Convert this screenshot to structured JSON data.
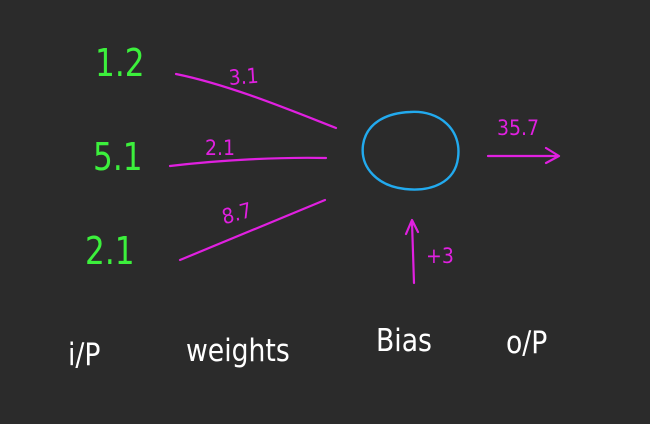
{
  "colors": {
    "background": "#2b2b2b",
    "input": "#3cf03c",
    "weight": "#e020e0",
    "neuron": "#22aaee",
    "caption": "#ffffff"
  },
  "inputs": [
    "1.2",
    "5.1",
    "2.1"
  ],
  "weights": [
    "3.1",
    "2.1",
    "8.7"
  ],
  "bias": "+3",
  "output": "35.7",
  "captions": {
    "input": "i/P",
    "weights": "weights",
    "bias": "Bias",
    "output": "o/P"
  }
}
